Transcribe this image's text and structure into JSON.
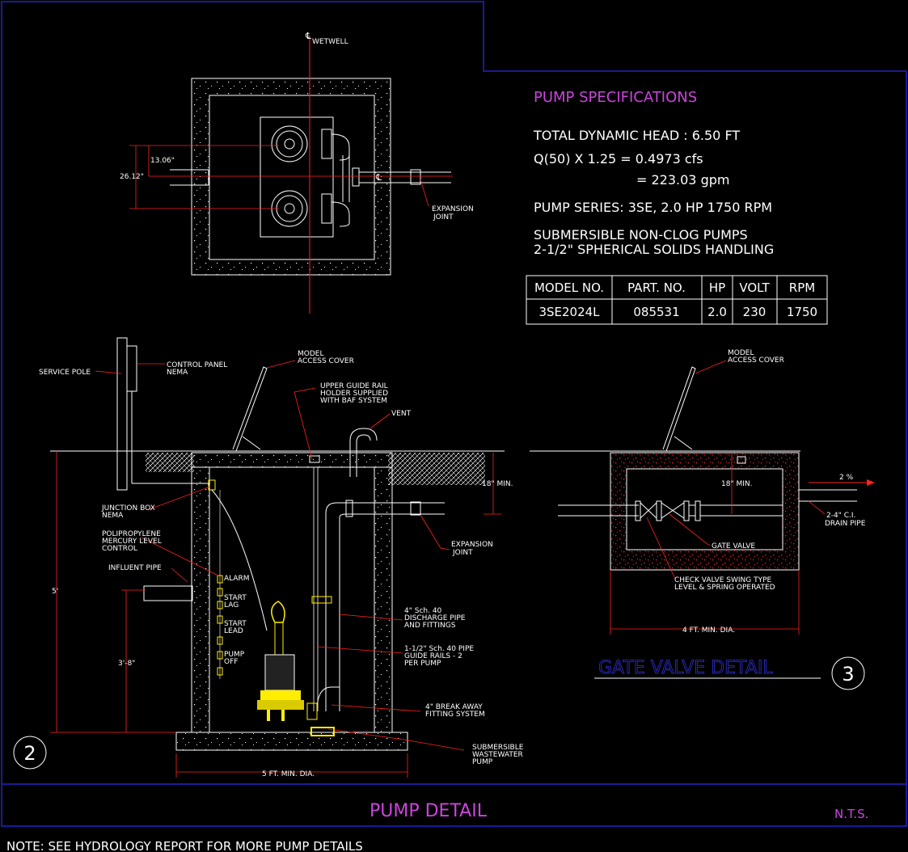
{
  "labels": {
    "wetwell": "WETWELL",
    "dim_13": "13.06\"",
    "dim_26": "26.12\"",
    "expansion_joint_1": "EXPANSION",
    "expansion_joint_2": "JOINT",
    "service_pole": "SERVICE POLE",
    "control_panel_1": "CONTROL PANEL",
    "control_panel_2": "NEMA",
    "model_access_1": "MODEL",
    "model_access_2": "ACCESS COVER",
    "upper_guide_1": "UPPER GUIDE RAIL",
    "upper_guide_2": "HOLDER SUPPLIED",
    "upper_guide_3": "WITH BAF SYSTEM",
    "vent": "VENT",
    "min_18": "18\" MIN.",
    "junction_box_1": "JUNCTION BOX",
    "junction_box_2": "NEMA",
    "poly_1": "POLIPROPYLENE",
    "poly_2": "MERCURY LEVEL",
    "poly_3": "CONTROL",
    "influent_pipe": "INFLUENT PIPE",
    "alarm": "ALARM",
    "start": "START",
    "lag": "LAG",
    "lead": "LEAD",
    "pump": "PUMP",
    "off": "OFF",
    "dim_5": "5'",
    "dim_3_8": "3'-8\"",
    "discharge_1": "4\" Sch. 40",
    "discharge_2": "DISCHARGE PIPE",
    "discharge_3": "AND FITTINGS",
    "guide_1": "1-1/2\" Sch. 40 PIPE",
    "guide_2": "GUIDE RAILS - 2",
    "guide_3": "PER PUMP",
    "breakaway_1": "4\" BREAK AWAY",
    "breakaway_2": "FITTING SYSTEM",
    "sub_1": "SUBMERSIBLE",
    "sub_2": "WASTEWATER",
    "sub_3": "PUMP",
    "dia_5ft": "5 FT. MIN. DIA.",
    "detail_2": "2",
    "gate_valve": "GATE VALVE",
    "check_1": "CHECK VALVE SWING TYPE",
    "check_2": "LEVEL & SPRING OPERATED",
    "drain_1": "2-4\" C.I.",
    "drain_2": "DRAIN PIPE",
    "slope": "2 %",
    "dia_4ft": "4 FT. MIN. DIA.",
    "gate_valve_detail": "GATE VALVE DETAIL",
    "detail_3": "3",
    "pump_detail": "PUMP DETAIL",
    "nts": "N.T.S.",
    "note": "NOTE: SEE HYDROLOGY REPORT FOR MORE PUMP DETAILS"
  },
  "specs": {
    "title": "PUMP SPECIFICATIONS",
    "line1": "TOTAL DYNAMIC HEAD : 6.50 FT",
    "line2": "Q(50) X 1.25 = 0.4973 cfs",
    "line3": "= 223.03 gpm",
    "line4": "PUMP SERIES: 3SE, 2.0 HP 1750 RPM",
    "line5": "SUBMERSIBLE NON-CLOG PUMPS",
    "line6": "2-1/2\" SPHERICAL SOLIDS HANDLING"
  },
  "table": {
    "headers": [
      "MODEL NO.",
      "PART. NO.",
      "HP",
      "VOLT",
      "RPM"
    ],
    "row": [
      "3SE2024L",
      "085531",
      "2.0",
      "230",
      "1750"
    ]
  },
  "colors": {
    "title": "#cc44dd",
    "border": "#2222cc",
    "dim": "#ff2222",
    "pump": "#ffee00",
    "line": "#ffffff",
    "detail_title": "#3333dd"
  }
}
